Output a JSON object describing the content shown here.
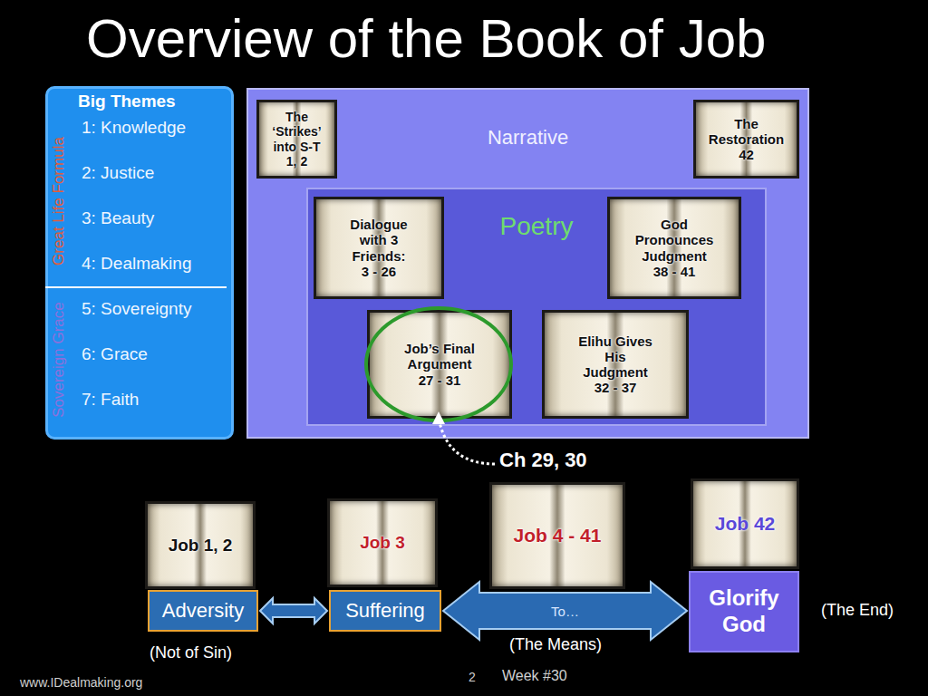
{
  "diagram": {
    "title": "Overview of the Book of Job",
    "nodes": [
      {
        "text": [
          "Big Themes",
          "1: Knowledge",
          "2: Justice",
          "3: Beauty",
          "4: Dealmaking",
          "5: Sovereignty",
          "6: Grace",
          "7: Faith"
        ]
      },
      {
        "text": [
          "Narrative"
        ]
      },
      {
        "text": [
          "The ‘Strikes’ into S-T",
          "1, 2"
        ],
        "in": 1
      },
      {
        "text": [
          "The Restoration",
          "42"
        ],
        "in": 1
      },
      {
        "text": [
          "Poetry"
        ],
        "in": 1
      },
      {
        "text": [
          "Dialogue with 3 Friends:",
          "3 - 26"
        ],
        "in": 4
      },
      {
        "text": [
          "God Pronounces Judgment",
          "38 - 41"
        ],
        "in": 4
      },
      {
        "text": [
          "Job’s Final Argument",
          "27 - 31"
        ],
        "in": 4
      },
      {
        "text": [
          "Elihu Gives His Judgment",
          "32 - 37"
        ],
        "in": 4
      },
      {
        "text": [
          "Job 1, 2"
        ]
      },
      {
        "text": [
          "Job 3"
        ]
      },
      {
        "text": [
          "Job 4 - 41"
        ]
      },
      {
        "text": [
          "Job 42"
        ]
      },
      {
        "text": [
          "Adversity"
        ]
      },
      {
        "text": [
          "Suffering"
        ]
      },
      {
        "text": [
          "Glorify God"
        ]
      }
    ],
    "edges": [
      {
        "from": 13,
        "to": 14,
        "arrow": "both"
      },
      {
        "from": 14,
        "to": 15,
        "label": "To…",
        "arrow": "both"
      }
    ],
    "labels": [
      "Great Life Formula",
      "Sovereign Grace",
      "Ch 29, 30",
      "(Not of Sin)",
      "(The Means)",
      "(The End)",
      "www.IDealmaking.org",
      "2",
      "Week #30"
    ]
  }
}
